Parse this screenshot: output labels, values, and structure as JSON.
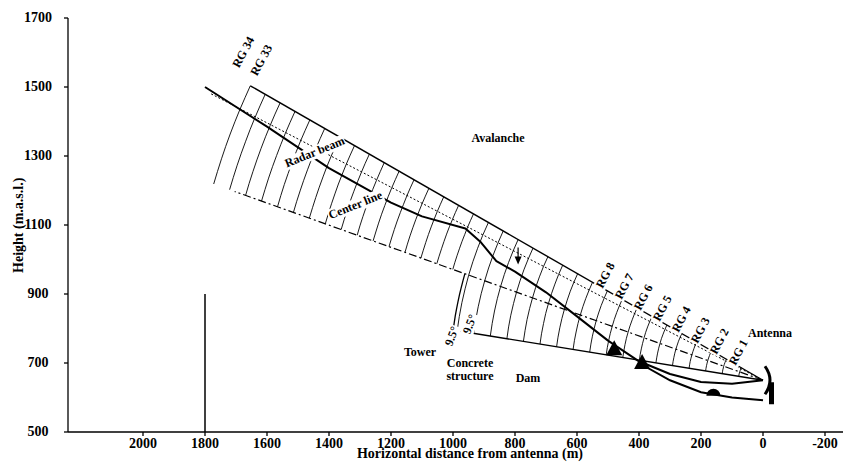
{
  "diagram": {
    "labels": [
      "Height (m.a.s.l.)",
      "Horizontal distance from antenna (m)",
      "1700",
      "1500",
      "1300",
      "1100",
      "900",
      "700",
      "500",
      "2000",
      "1800",
      "1600",
      "1400",
      "1200",
      "1000",
      "800",
      "600",
      "400",
      "200",
      "0",
      "-200",
      "RG 34",
      "RG 33",
      "Radar beam",
      "Center line",
      "Avalanche",
      "9.5°",
      "9.5°",
      "RG 8",
      "RG 7",
      "RG 6",
      "RG 5",
      "RG 4",
      "RG 3",
      "RG 2",
      "RG 1",
      "Antenna",
      "Tower",
      "Concrete structure",
      "Dam"
    ]
  }
}
